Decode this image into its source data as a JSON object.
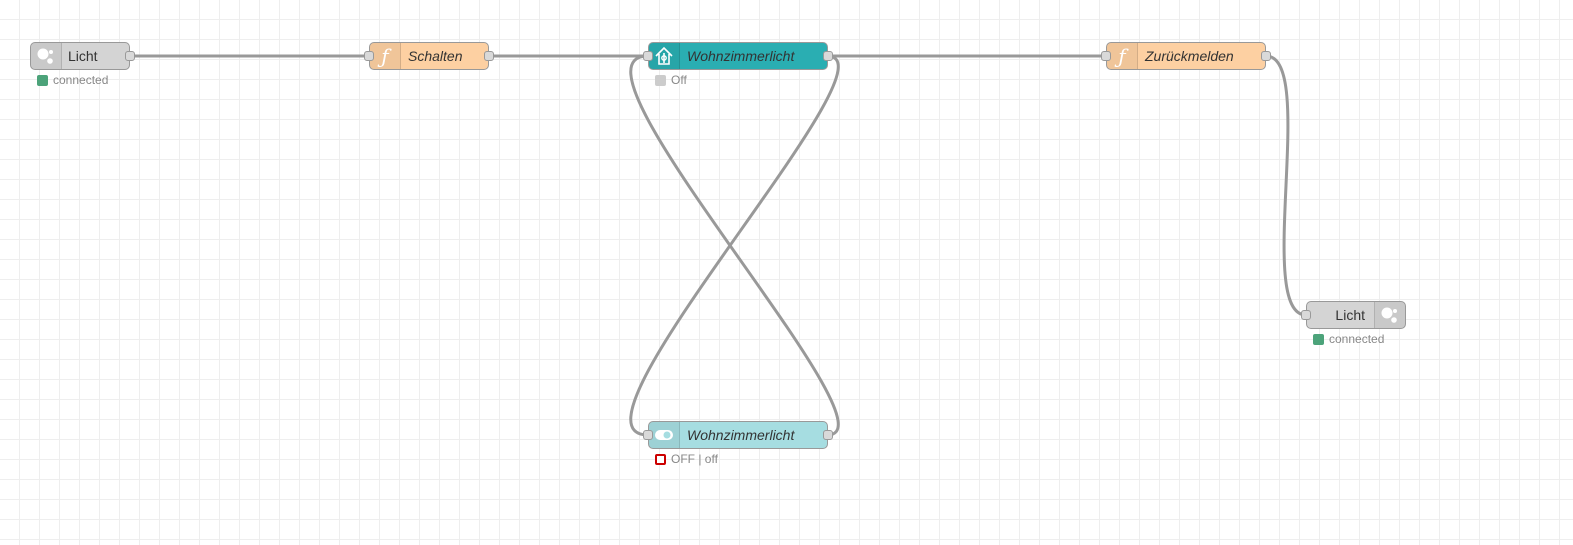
{
  "colors": {
    "grid": "#eeeeee",
    "wire": "#999999",
    "gray_node": "#d4d4d4",
    "function_node": "#fdd0a2",
    "homekit_node": "#2aaeb2",
    "switch_node": "#a6dde1",
    "status_connected": "#4ca37a",
    "status_off": "#cccccc",
    "status_error": "#cc0000"
  },
  "nodes": {
    "licht_in": {
      "label": "Licht",
      "icon": "bridge-icon",
      "status": "connected"
    },
    "schalten": {
      "label": "Schalten",
      "icon": "function-icon",
      "glyph": "ƒ"
    },
    "wohnzimmerlicht_homekit": {
      "label": "Wohnzimmerlicht",
      "icon": "homekit-icon",
      "status": "Off"
    },
    "zurueckmelden": {
      "label": "Zurückmelden",
      "icon": "function-icon",
      "glyph": "ƒ"
    },
    "licht_out": {
      "label": "Licht",
      "icon": "bridge-icon",
      "status": "connected"
    },
    "wohnzimmerlicht_switch": {
      "label": "Wohnzimmerlicht",
      "icon": "toggle-icon",
      "status": "OFF | off"
    }
  }
}
